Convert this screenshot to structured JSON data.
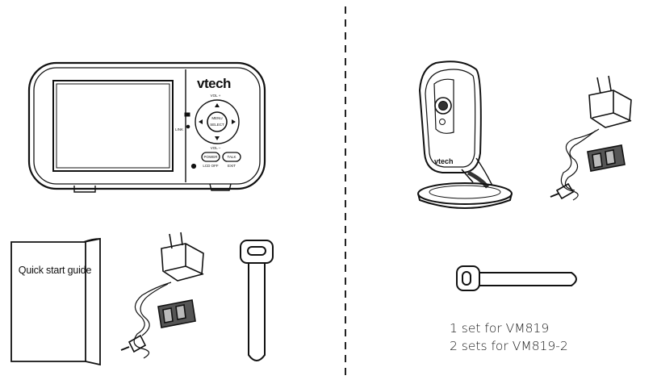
{
  "parent_unit": {
    "brand": "vtech",
    "vol_up": "VOL +",
    "vol_down": "VOL –",
    "menu": "MENU",
    "select": "SELECT",
    "power": "POWER",
    "talk": "TALK",
    "lcd_off": "LCD OFF",
    "exit": "EXIT",
    "link": "LINK"
  },
  "camera": {
    "brand": "vtech"
  },
  "guide": {
    "label": "Quick start guide"
  },
  "sets": {
    "line1": "1 set for VM819",
    "line2": "2 sets for VM819-2"
  }
}
